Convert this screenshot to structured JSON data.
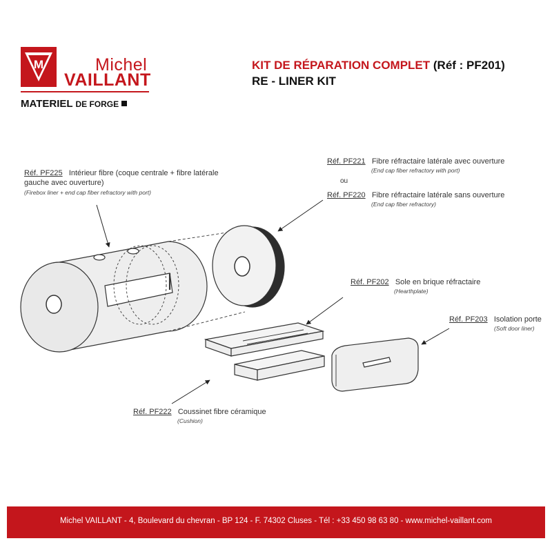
{
  "brand": {
    "first_name": "Michel",
    "last_name": "VAILLANT",
    "tagline_main": "MATERIEL",
    "tagline_small": "DE FORGE",
    "logo_letter": "M",
    "color": "#c4161c"
  },
  "title": {
    "line1_red": "KIT DE RÉPARATION COMPLET",
    "line1_ref": "(Réf : PF201)",
    "line2": "RE - LINER KIT"
  },
  "parts": {
    "pf225": {
      "ref": "Réf. PF225",
      "label_a": "Intérieur fibre (coque centrale + fibre latérale",
      "label_b": "gauche avec ouverture)",
      "sub": "(Firebox liner + end cap fiber refractory with port)"
    },
    "pf221": {
      "ref": "Réf. PF221",
      "label": "Fibre réfractaire latérale avec ouverture",
      "sub": "(End cap fiber refractory with port)"
    },
    "or_text": "ou",
    "pf220": {
      "ref": "Réf. PF220",
      "label": "Fibre réfractaire latérale sans ouverture",
      "sub": "(End cap fiber refractory)"
    },
    "pf202": {
      "ref": "Réf. PF202",
      "label": "Sole en brique réfractaire",
      "sub": "(Hearthplate)"
    },
    "pf203": {
      "ref": "Réf. PF203",
      "label": "Isolation porte",
      "sub": "(Soft door liner)"
    },
    "pf222": {
      "ref": "Réf. PF222",
      "label": "Coussinet fibre céramique",
      "sub": "(Cushion)"
    }
  },
  "footer": {
    "text": "Michel VAILLANT - 4, Boulevard du chevran - BP 124  -  F. 74302 Cluses - Tél : +33 450 98 63 80 - www.michel-vaillant.com"
  }
}
